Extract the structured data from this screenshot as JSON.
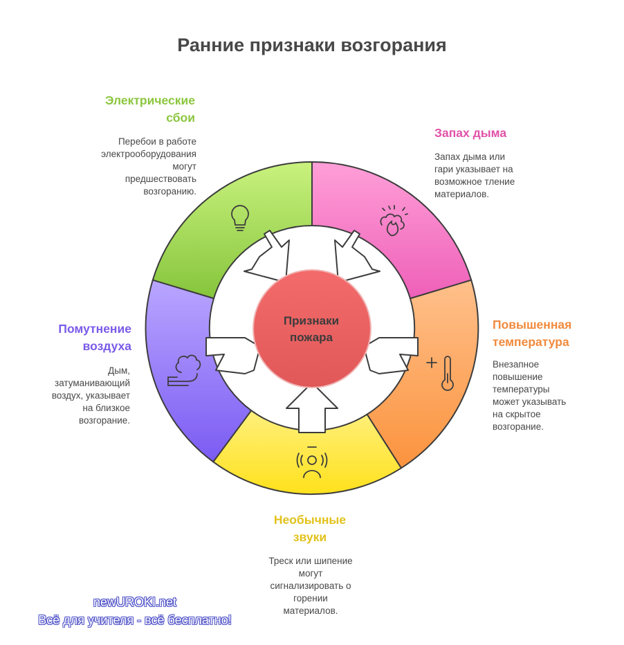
{
  "title": "Ранние признаки возгорания",
  "center": {
    "line1": "Признаки",
    "line2": "пожара",
    "color": "#ec5f5f"
  },
  "segments": [
    {
      "id": "electrical",
      "title_lines": [
        "Электрические",
        "сбои"
      ],
      "desc_lines": [
        "Перебои в работе",
        "электрооборудования",
        "могут",
        "предшествовать",
        "возгоранию."
      ],
      "title_color": "#8cc63f",
      "icon": "lightbulb-icon"
    },
    {
      "id": "smoke",
      "title_lines": [
        "Запах дыма"
      ],
      "desc_lines": [
        "Запах дыма или",
        "гари указывает на",
        "возможное тление",
        "материалов."
      ],
      "title_color": "#e052a8",
      "icon": "smoke-fire-icon"
    },
    {
      "id": "temperature",
      "title_lines": [
        "Повышенная",
        "температура"
      ],
      "desc_lines": [
        "Внезапное",
        "повышение",
        "температуры",
        "может указывать",
        "на скрытое",
        "возгорание."
      ],
      "title_color": "#f08a3c",
      "icon": "thermometer-icon"
    },
    {
      "id": "sounds",
      "title_lines": [
        "Необычные",
        "звуки"
      ],
      "desc_lines": [
        "Треск или шипение",
        "могут",
        "сигнализировать о",
        "горении",
        "материалов."
      ],
      "title_color": "#e2c21c",
      "icon": "sound-waves-icon"
    },
    {
      "id": "air",
      "title_lines": [
        "Помутнение",
        "воздуха"
      ],
      "desc_lines": [
        "Дым,",
        "затуманивающий",
        "воздух, указывает",
        "на близкое",
        "возгорание."
      ],
      "title_color": "#7a5ae8",
      "icon": "haze-icon"
    }
  ],
  "watermark": {
    "line1": "newUROKI.net",
    "line2": "Всё для учителя - всё бесплатно!"
  }
}
